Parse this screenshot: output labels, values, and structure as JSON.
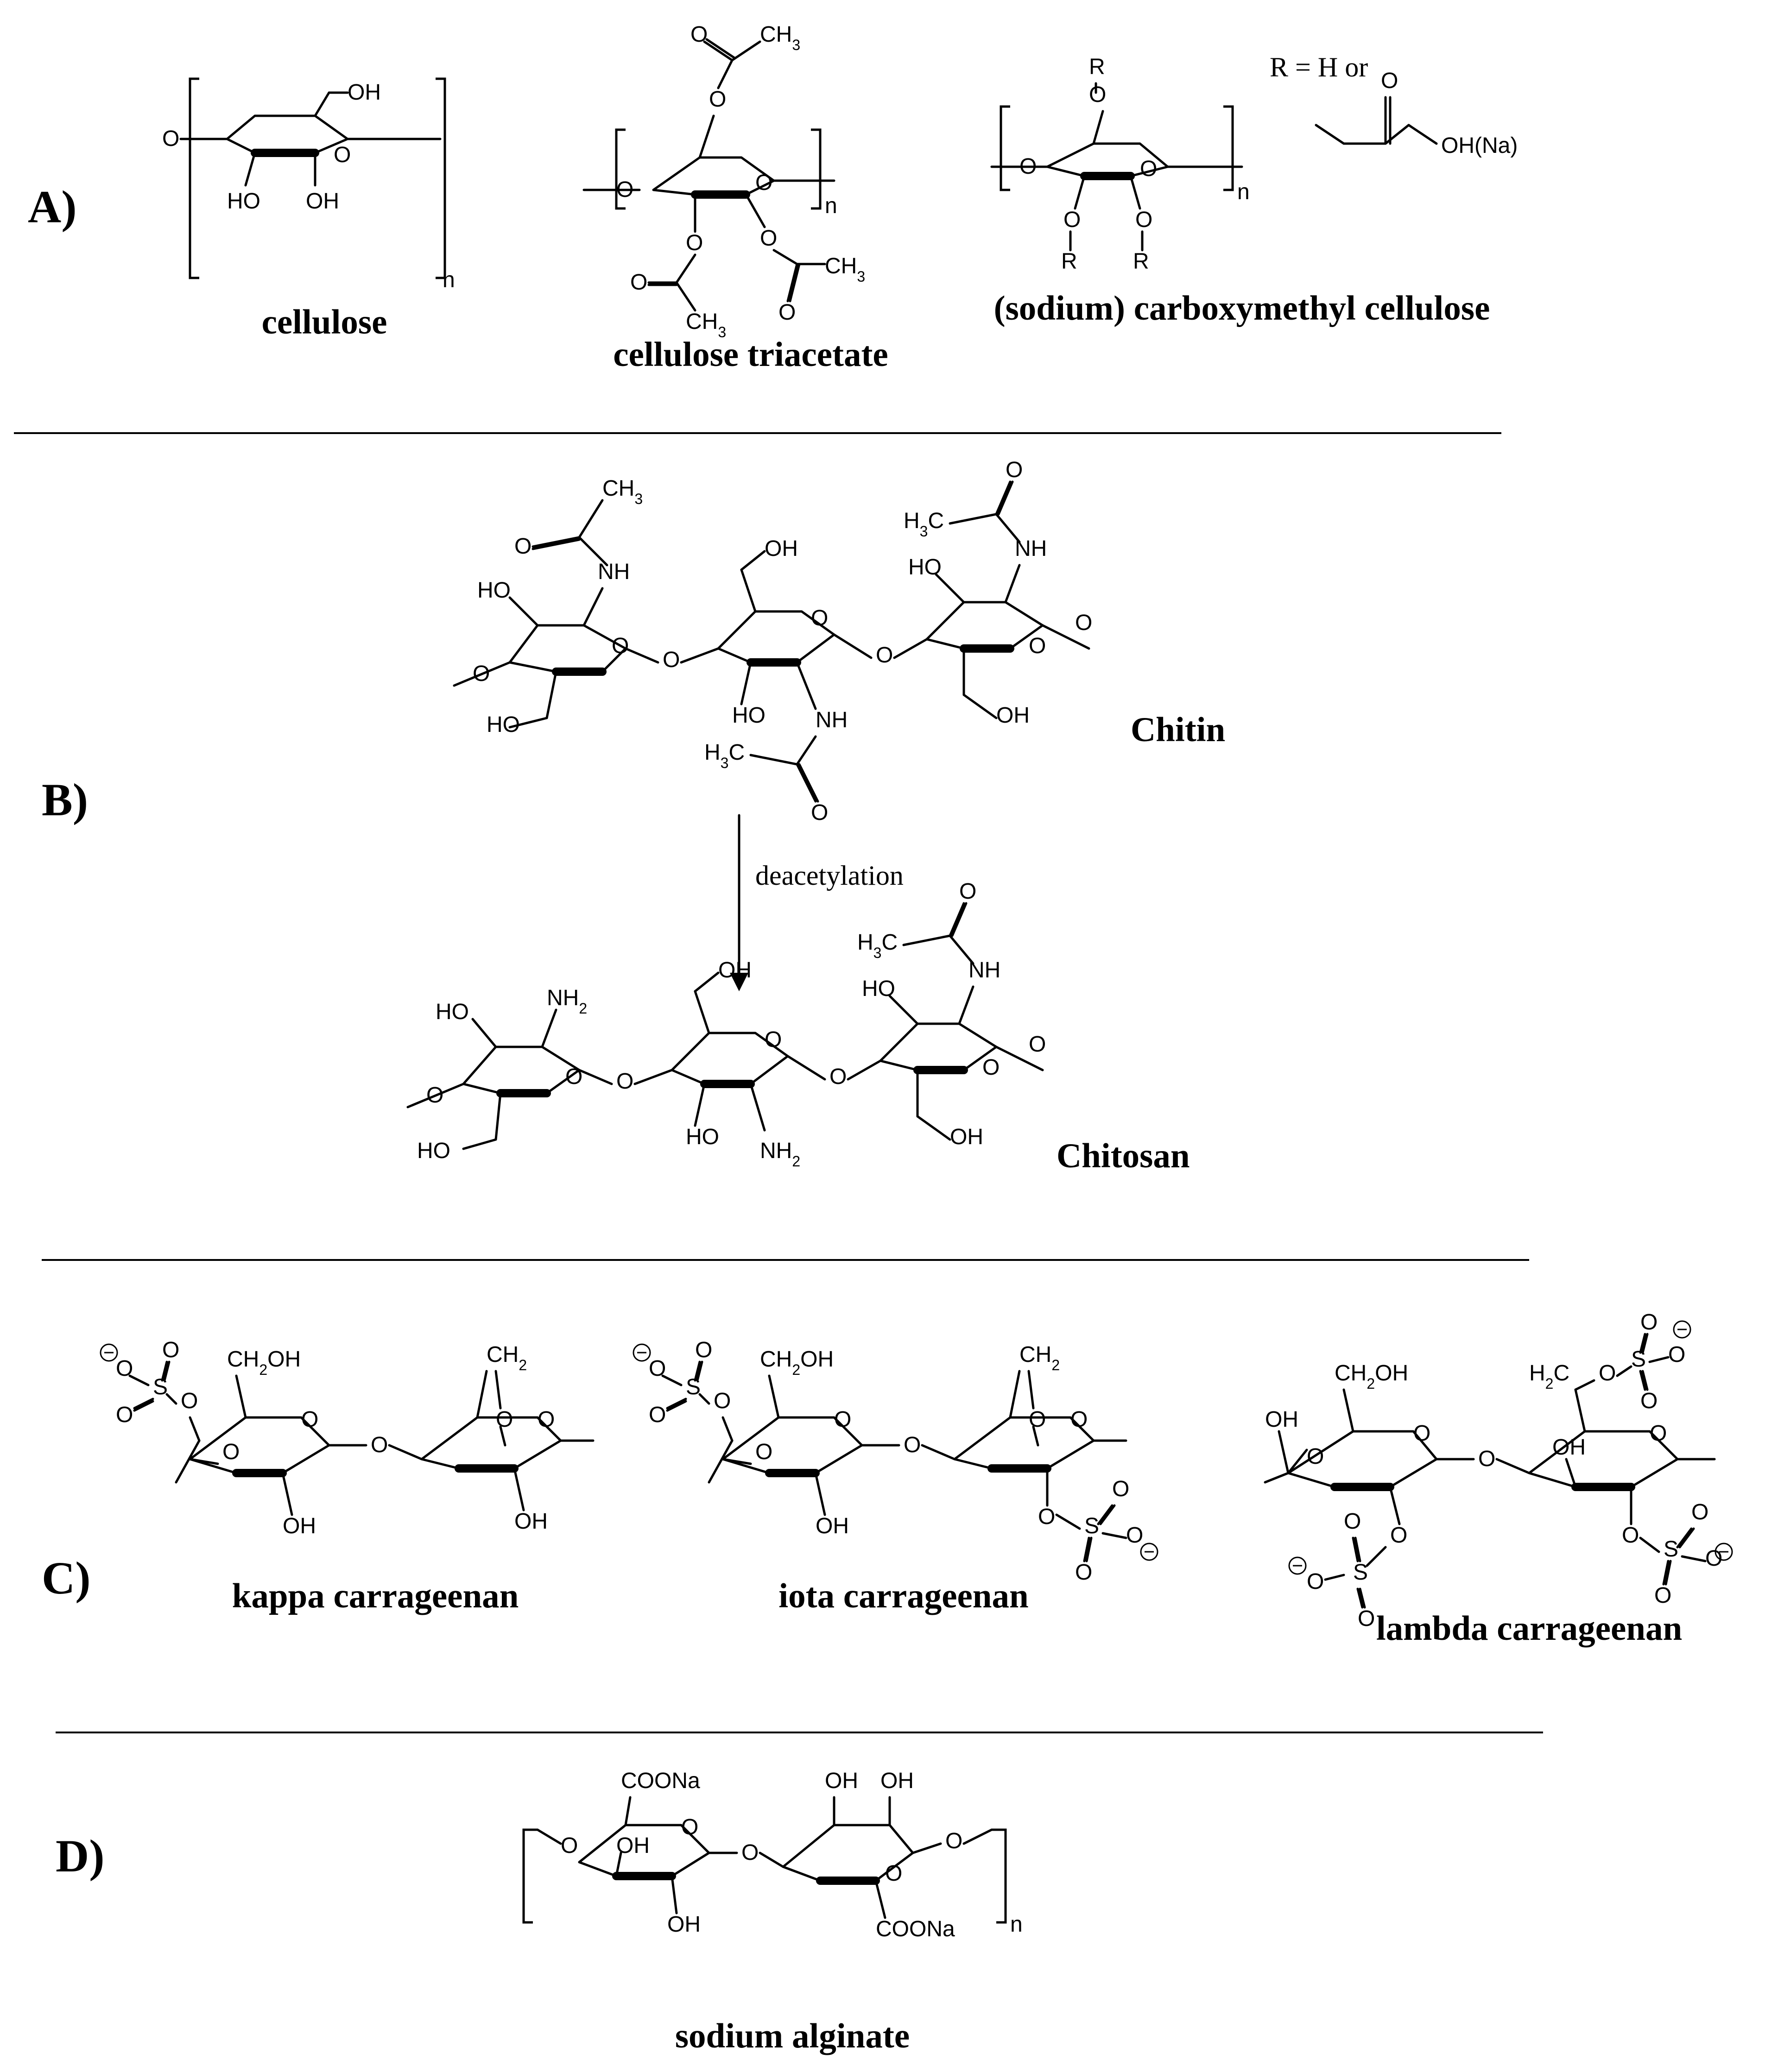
{
  "sections": {
    "a": "A)",
    "b": "B)",
    "c": "C)",
    "d": "D)"
  },
  "names": {
    "cellulose": "cellulose",
    "triacetate": "cellulose triacetate",
    "cmc": "(sodium) carboxymethyl cellulose",
    "chitin": "Chitin",
    "chitosan": "Chitosan",
    "kappa": "kappa carrageenan",
    "iota": "iota carrageenan",
    "lambda": "lambda carrageenan",
    "alginate": "sodium alginate"
  },
  "labels": {
    "oh": "OH",
    "ho": "HO",
    "o": "O",
    "n": "n",
    "ch3": "CH",
    "sub3": "3",
    "h3c": "H",
    "sub2": "2",
    "nh": "NH",
    "nh2": "NH",
    "r": "R",
    "r_note": "R = H or",
    "oh_na": "OH(Na)",
    "deacetylation": "deacetylation",
    "ch2oh": "CH",
    "ch2": "CH",
    "h2c": "H",
    "s": "S",
    "coona": "COONa"
  }
}
